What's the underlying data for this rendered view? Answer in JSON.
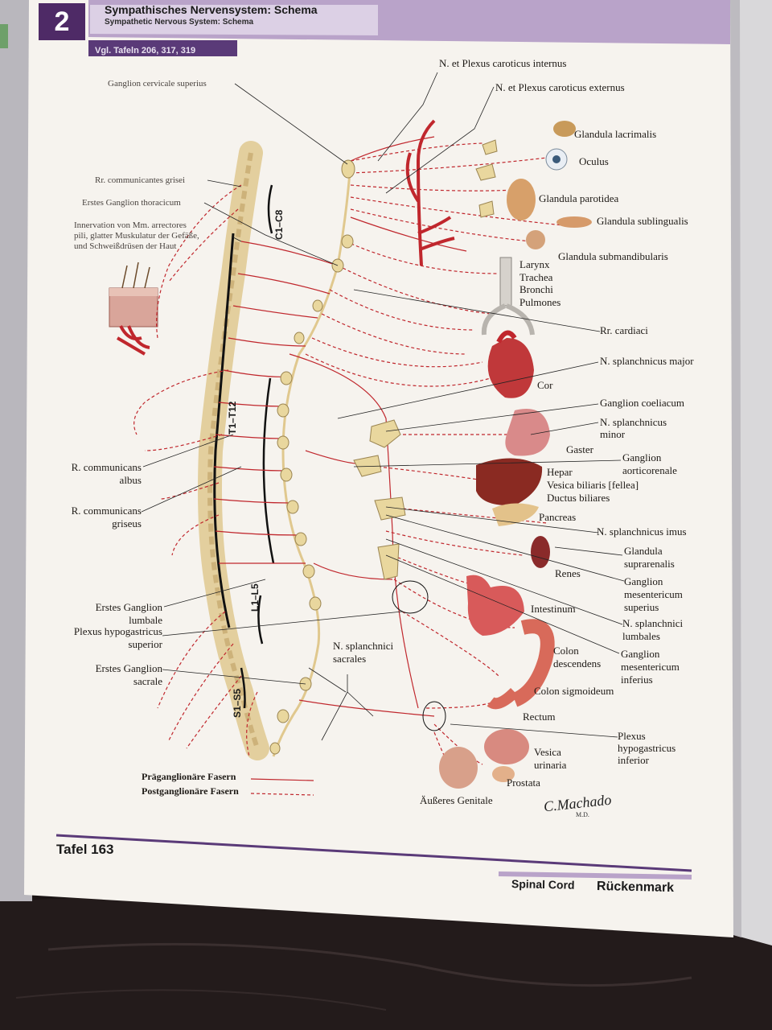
{
  "header": {
    "chapter_number": "2",
    "title_de": "Sympathisches Nervensystem: Schema",
    "title_en": "Sympathetic Nervous System: Schema",
    "reference": "Vgl. Tafeln 206, 317, 319"
  },
  "segments": [
    "C1–C8",
    "T1–T12",
    "L1–L5",
    "S1–S5"
  ],
  "labels_left": {
    "ganglion_cervicale_superius": "Ganglion cervicale superius",
    "rr_communicantes_grisei": "Rr. communicantes grisei",
    "erstes_ganglion_thoracicum": "Erstes Ganglion thoracicum",
    "innervation_line1": "Innervation von Mm. arrectores",
    "innervation_line2": "pili, glatter Muskulatur der Gefäße,",
    "innervation_line3": "und Schweißdrüsen der Haut",
    "r_communicans_albus_1": "R. communicans",
    "r_communicans_albus_2": "albus",
    "r_communicans_griseus_1": "R. communicans",
    "r_communicans_griseus_2": "griseus",
    "erstes_ganglion_lumbale_1": "Erstes Ganglion",
    "erstes_ganglion_lumbale_2": "lumbale",
    "plexus_hypogastricus_superior_1": "Plexus hypogastricus",
    "plexus_hypogastricus_superior_2": "superior",
    "erstes_ganglion_sacrale_1": "Erstes Ganglion",
    "erstes_ganglion_sacrale_2": "sacrale",
    "n_splanchnici_sacrales_1": "N. splanchnici",
    "n_splanchnici_sacrales_2": "sacrales"
  },
  "labels_right": {
    "plexus_caroticus_internus": "N. et Plexus caroticus internus",
    "plexus_caroticus_externus": "N. et Plexus caroticus externus",
    "glandula_lacrimalis": "Glandula lacrimalis",
    "oculus": "Oculus",
    "glandula_parotidea": "Glandula parotidea",
    "glandula_sublingualis": "Glandula sublingualis",
    "glandula_submandibularis": "Glandula submandibularis",
    "larynx": "Larynx",
    "trachea": "Trachea",
    "bronchi": "Bronchi",
    "pulmones": "Pulmones",
    "rr_cardiaci": "Rr. cardiaci",
    "n_splanchnicus_major": "N. splanchnicus major",
    "cor": "Cor",
    "ganglion_coeliacum": "Ganglion coeliacum",
    "n_splanchnicus_minor_1": "N. splanchnicus",
    "n_splanchnicus_minor_2": "minor",
    "gaster": "Gaster",
    "ganglion_aorticorenale_1": "Ganglion",
    "ganglion_aorticorenale_2": "aorticorenale",
    "hepar": "Hepar",
    "vesica_biliaris": "Vesica biliaris [fellea]",
    "ductus_biliares": "Ductus biliares",
    "pancreas": "Pancreas",
    "n_splanchnicus_imus": "N. splanchnicus imus",
    "glandula_suprarenalis_1": "Glandula",
    "glandula_suprarenalis_2": "suprarenalis",
    "renes": "Renes",
    "ganglion_mesentericum_superius_1": "Ganglion",
    "ganglion_mesentericum_superius_2": "mesentericum",
    "ganglion_mesentericum_superius_3": "superius",
    "intestinum": "Intestinum",
    "n_splanchnici_lumbales_1": "N. splanchnici",
    "n_splanchnici_lumbales_2": "lumbales",
    "colon_descendens_1": "Colon",
    "colon_descendens_2": "descendens",
    "ganglion_mesentericum_inferius_1": "Ganglion",
    "ganglion_mesentericum_inferius_2": "mesentericum",
    "ganglion_mesentericum_inferius_3": "inferius",
    "colon_sigmoideum": "Colon sigmoideum",
    "rectum": "Rectum",
    "plexus_hypogastricus_inferior_1": "Plexus",
    "plexus_hypogastricus_inferior_2": "hypogastricus",
    "plexus_hypogastricus_inferior_3": "inferior",
    "vesica_urinaria_1": "Vesica",
    "vesica_urinaria_2": "urinaria",
    "prostata": "Prostata",
    "ausseres_genitale": "Äußeres Genitale"
  },
  "legend": {
    "preganglionic": "Präganglionäre Fasern",
    "postganglionic": "Postganglionäre Fasern"
  },
  "signature": {
    "name": "C.Machado",
    "suffix": "M.D."
  },
  "footer": {
    "tafel": "Tafel 163",
    "section_en": "Spinal Cord",
    "section_de": "Rückenmark"
  },
  "colors": {
    "nerve_red": "#c0272d",
    "spine_tan": "#d9c08a",
    "page_bg": "#f6f3ee",
    "header_purple": "#4e2a66",
    "header_lilac": "#b9a3c9"
  }
}
